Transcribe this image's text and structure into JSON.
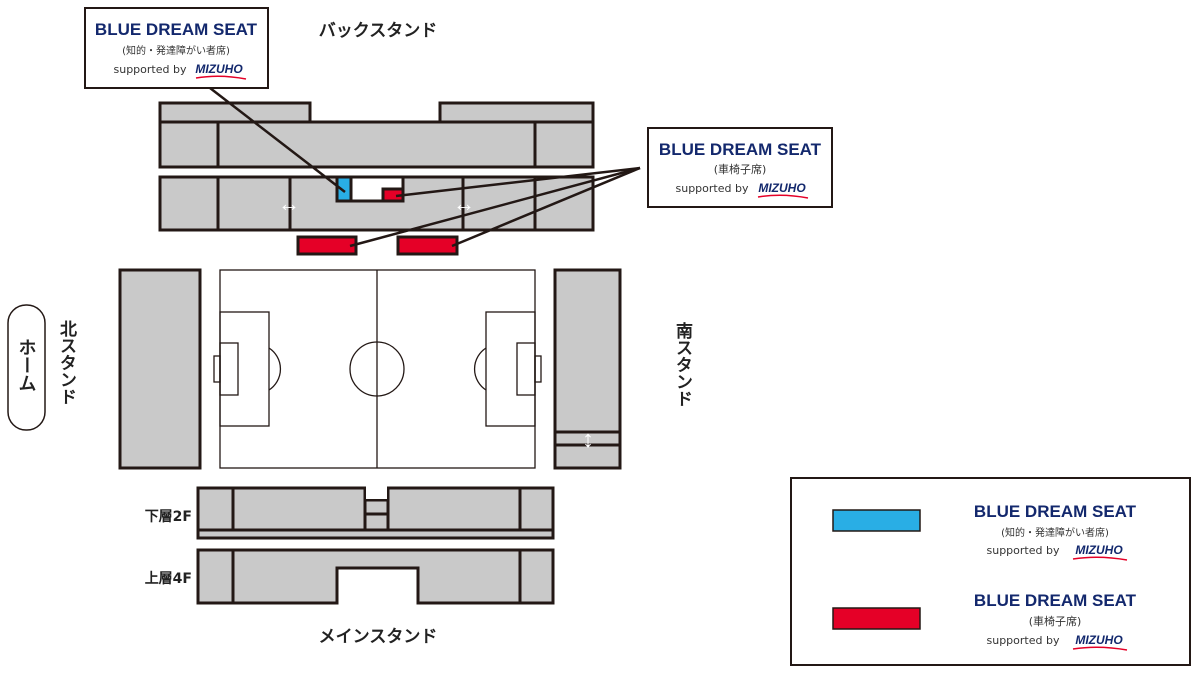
{
  "stands": {
    "back": "バックスタンド",
    "main": "メインスタンド",
    "north": "北スタンド",
    "south": "南スタンド",
    "home": "ホーム",
    "lower": "下層2F",
    "upper": "上層4F"
  },
  "seat_blue": {
    "title": "BLUE DREAM SEAT",
    "subtitle": "(知的・発達障がい者席)",
    "supported": "supported by",
    "sponsor": "MIZUHO",
    "color": "#29aee5"
  },
  "seat_red": {
    "title": "BLUE DREAM SEAT",
    "subtitle": "(車椅子席)",
    "supported": "supported by",
    "sponsor": "MIZUHO",
    "color": "#e50027"
  },
  "legend": {
    "items": [
      {
        "title": "BLUE DREAM SEAT",
        "subtitle": "(知的・発達障がい者席)",
        "supported": "supported by",
        "sponsor": "MIZUHO"
      },
      {
        "title": "BLUE DREAM SEAT",
        "subtitle": "(車椅子席)",
        "supported": "supported by",
        "sponsor": "MIZUHO"
      }
    ]
  }
}
